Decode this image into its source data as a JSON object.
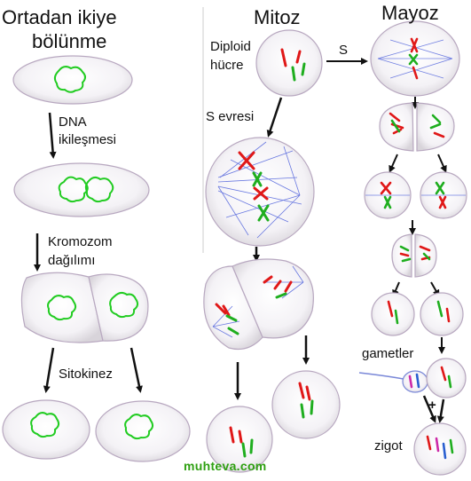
{
  "binary_fission": {
    "title_line1": "Ortadan ikiye",
    "title_line2": "bölünme",
    "step1_line1": "DNA",
    "step1_line2": "ikileşmesi",
    "step2_line1": "Kromozom",
    "step2_line2": "dağılımı",
    "step3": "Sitokinez"
  },
  "mitosis": {
    "title": "Mitoz",
    "cell_label_line1": "Diploid",
    "cell_label_line2": "hücre",
    "s_phase": "S evresi"
  },
  "meiosis": {
    "title": "Mayoz",
    "s_label": "S",
    "gametes": "gametler",
    "plus": "+",
    "zygote": "zigot"
  },
  "watermark": "muhteva.com",
  "colors": {
    "dna_green": "#22cc22",
    "chromosome_red": "#e01818",
    "chromosome_green": "#1fae1f",
    "chromosome_blue": "#2a5fd0",
    "chromosome_magenta": "#cc2aa8",
    "spindle_blue": "#3a4fd8",
    "watermark_green": "#2fa012"
  }
}
